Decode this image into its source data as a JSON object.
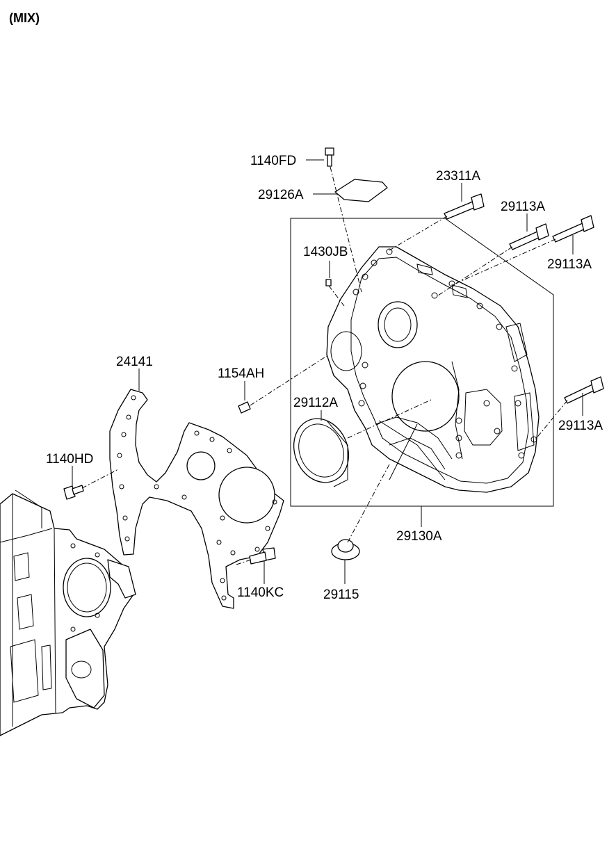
{
  "header": {
    "variant": "(MIX)"
  },
  "callouts": {
    "p1140FD": "1140FD",
    "p29126A": "29126A",
    "p23311A": "23311A",
    "p29113A_top": "29113A",
    "p29113A_mid": "29113A",
    "p29113A_right": "29113A",
    "p1430JB": "1430JB",
    "p24141": "24141",
    "p1154AH": "1154AH",
    "p29112A": "29112A",
    "p1140HD": "1140HD",
    "p29130A": "29130A",
    "p1140KC": "1140KC",
    "p29115": "29115"
  }
}
